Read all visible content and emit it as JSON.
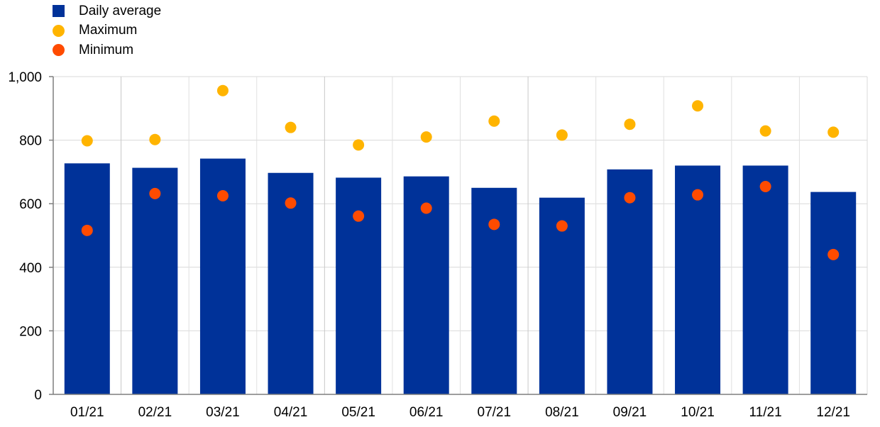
{
  "chart_data": {
    "type": "bar",
    "categories": [
      "01/21",
      "02/21",
      "03/21",
      "04/21",
      "05/21",
      "06/21",
      "07/21",
      "08/21",
      "09/21",
      "10/21",
      "11/21",
      "12/21"
    ],
    "series": [
      {
        "name": "Daily average",
        "type": "bar",
        "color": "#003299",
        "values": [
          727,
          713,
          742,
          697,
          682,
          686,
          650,
          619,
          708,
          720,
          720,
          637
        ]
      },
      {
        "name": "Maximum",
        "type": "scatter",
        "color": "#FFB400",
        "values": [
          798,
          802,
          956,
          840,
          785,
          810,
          860,
          816,
          850,
          908,
          829,
          825
        ]
      },
      {
        "name": "Minimum",
        "type": "scatter",
        "color": "#FF4B00",
        "values": [
          516,
          632,
          625,
          602,
          561,
          586,
          535,
          530,
          619,
          628,
          654,
          440
        ]
      }
    ],
    "yticks": [
      "0",
      "200",
      "400",
      "600",
      "800",
      "1,000"
    ],
    "ylim": [
      0,
      1000
    ],
    "grid": true,
    "legend_position": "top-left",
    "xlabel": "",
    "ylabel": "",
    "title": ""
  },
  "legend": [
    {
      "label": "Daily average",
      "color": "#003299",
      "shape": "square"
    },
    {
      "label": "Maximum",
      "color": "#FFB400",
      "shape": "circle"
    },
    {
      "label": "Minimum",
      "color": "#FF4B00",
      "shape": "circle"
    }
  ]
}
